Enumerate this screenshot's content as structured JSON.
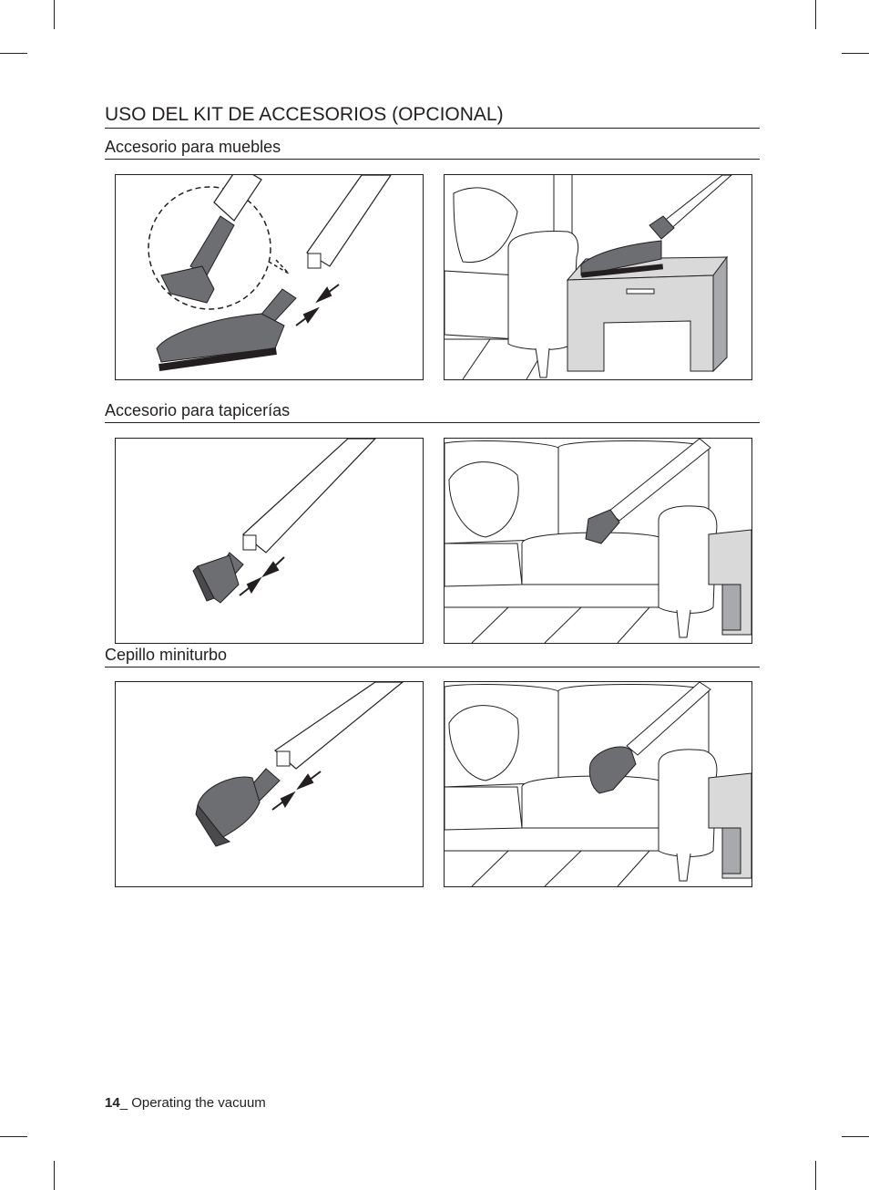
{
  "page": {
    "title": "USO DEL KIT DE ACCESORIOS (OPCIONAL)",
    "sections": [
      {
        "title": "Accesorio para muebles"
      },
      {
        "title": "Accesorio para tapicerías"
      },
      {
        "title": "Cepillo miniturbo"
      }
    ]
  },
  "footer": {
    "page_number": "14",
    "separator": "_",
    "text": " Operating the vacuum"
  },
  "colors": {
    "ink": "#231f20",
    "tool": "#6d6e71",
    "tool_dark": "#4a4a4c",
    "furniture_fill": "#d9d9d9",
    "shadow": "#a7a9ac"
  },
  "icons": [
    "double-arrow-icon",
    "tube-icon",
    "furniture-brush-icon",
    "upholstery-nozzle-icon",
    "mini-turbo-brush-icon",
    "sofa-icon",
    "side-table-icon",
    "cushion-icon"
  ]
}
